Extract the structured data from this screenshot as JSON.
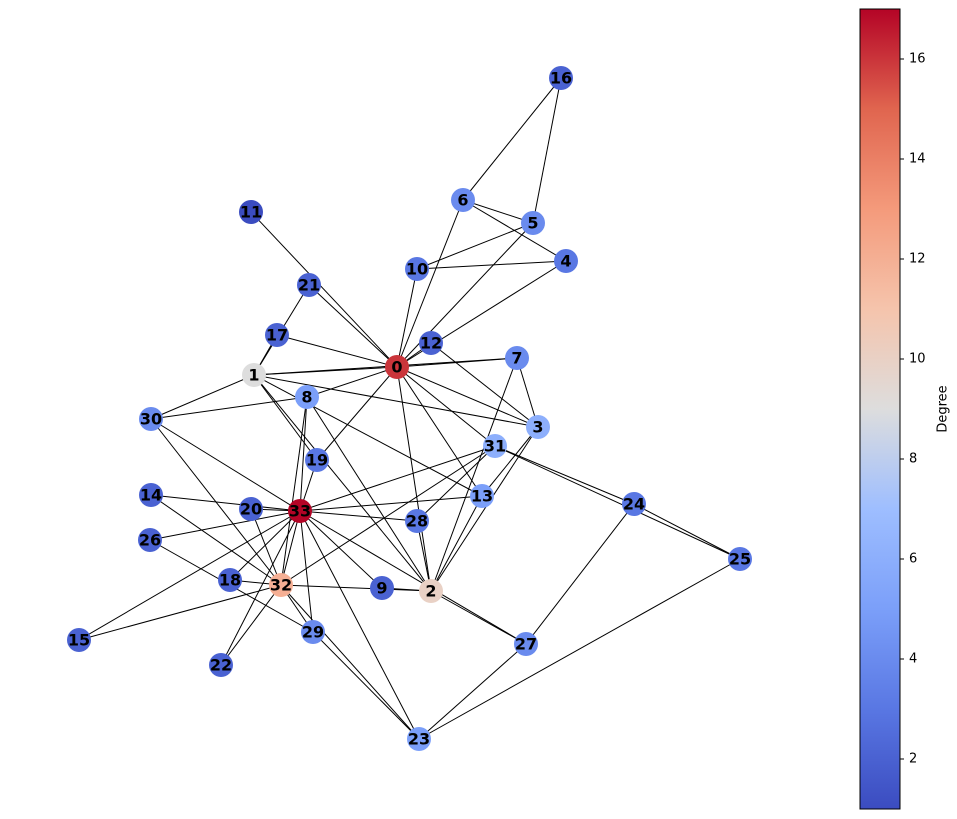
{
  "graph": {
    "nodes": [
      {
        "id": "0",
        "degree": 16
      },
      {
        "id": "1",
        "degree": 9
      },
      {
        "id": "2",
        "degree": 10
      },
      {
        "id": "3",
        "degree": 6
      },
      {
        "id": "4",
        "degree": 3
      },
      {
        "id": "5",
        "degree": 4
      },
      {
        "id": "6",
        "degree": 4
      },
      {
        "id": "7",
        "degree": 4
      },
      {
        "id": "8",
        "degree": 5
      },
      {
        "id": "9",
        "degree": 2
      },
      {
        "id": "10",
        "degree": 3
      },
      {
        "id": "11",
        "degree": 1
      },
      {
        "id": "12",
        "degree": 2
      },
      {
        "id": "13",
        "degree": 5
      },
      {
        "id": "14",
        "degree": 2
      },
      {
        "id": "15",
        "degree": 2
      },
      {
        "id": "16",
        "degree": 2
      },
      {
        "id": "17",
        "degree": 2
      },
      {
        "id": "18",
        "degree": 2
      },
      {
        "id": "19",
        "degree": 3
      },
      {
        "id": "20",
        "degree": 2
      },
      {
        "id": "21",
        "degree": 2
      },
      {
        "id": "22",
        "degree": 2
      },
      {
        "id": "23",
        "degree": 5
      },
      {
        "id": "24",
        "degree": 3
      },
      {
        "id": "25",
        "degree": 3
      },
      {
        "id": "26",
        "degree": 2
      },
      {
        "id": "27",
        "degree": 4
      },
      {
        "id": "28",
        "degree": 3
      },
      {
        "id": "29",
        "degree": 4
      },
      {
        "id": "30",
        "degree": 4
      },
      {
        "id": "31",
        "degree": 6
      },
      {
        "id": "32",
        "degree": 12
      },
      {
        "id": "33",
        "degree": 17
      }
    ],
    "edges": [
      [
        "0",
        "1"
      ],
      [
        "0",
        "2"
      ],
      [
        "0",
        "3"
      ],
      [
        "0",
        "4"
      ],
      [
        "0",
        "5"
      ],
      [
        "0",
        "6"
      ],
      [
        "0",
        "7"
      ],
      [
        "0",
        "8"
      ],
      [
        "0",
        "10"
      ],
      [
        "0",
        "11"
      ],
      [
        "0",
        "12"
      ],
      [
        "0",
        "13"
      ],
      [
        "0",
        "17"
      ],
      [
        "0",
        "19"
      ],
      [
        "0",
        "21"
      ],
      [
        "0",
        "31"
      ],
      [
        "1",
        "2"
      ],
      [
        "1",
        "3"
      ],
      [
        "1",
        "7"
      ],
      [
        "1",
        "13"
      ],
      [
        "1",
        "17"
      ],
      [
        "1",
        "19"
      ],
      [
        "1",
        "21"
      ],
      [
        "1",
        "30"
      ],
      [
        "2",
        "3"
      ],
      [
        "2",
        "7"
      ],
      [
        "2",
        "8"
      ],
      [
        "2",
        "9"
      ],
      [
        "2",
        "13"
      ],
      [
        "2",
        "27"
      ],
      [
        "2",
        "28"
      ],
      [
        "2",
        "32"
      ],
      [
        "3",
        "7"
      ],
      [
        "3",
        "12"
      ],
      [
        "3",
        "13"
      ],
      [
        "4",
        "6"
      ],
      [
        "4",
        "10"
      ],
      [
        "5",
        "6"
      ],
      [
        "5",
        "10"
      ],
      [
        "5",
        "16"
      ],
      [
        "6",
        "16"
      ],
      [
        "8",
        "30"
      ],
      [
        "8",
        "32"
      ],
      [
        "8",
        "33"
      ],
      [
        "9",
        "33"
      ],
      [
        "13",
        "33"
      ],
      [
        "14",
        "32"
      ],
      [
        "14",
        "33"
      ],
      [
        "15",
        "32"
      ],
      [
        "15",
        "33"
      ],
      [
        "18",
        "32"
      ],
      [
        "18",
        "33"
      ],
      [
        "19",
        "33"
      ],
      [
        "20",
        "32"
      ],
      [
        "20",
        "33"
      ],
      [
        "22",
        "32"
      ],
      [
        "22",
        "33"
      ],
      [
        "23",
        "25"
      ],
      [
        "23",
        "27"
      ],
      [
        "23",
        "29"
      ],
      [
        "23",
        "32"
      ],
      [
        "23",
        "33"
      ],
      [
        "24",
        "25"
      ],
      [
        "24",
        "27"
      ],
      [
        "24",
        "31"
      ],
      [
        "25",
        "31"
      ],
      [
        "26",
        "29"
      ],
      [
        "26",
        "33"
      ],
      [
        "27",
        "33"
      ],
      [
        "28",
        "31"
      ],
      [
        "28",
        "33"
      ],
      [
        "29",
        "32"
      ],
      [
        "29",
        "33"
      ],
      [
        "30",
        "32"
      ],
      [
        "30",
        "33"
      ],
      [
        "31",
        "32"
      ],
      [
        "31",
        "33"
      ],
      [
        "32",
        "33"
      ]
    ]
  },
  "colorbar": {
    "label": "Degree",
    "range": [
      1,
      17
    ],
    "ticks": [
      "2",
      "4",
      "6",
      "8",
      "10",
      "12",
      "14",
      "16"
    ],
    "colormap": "coolwarm",
    "colors": {
      "low": "#3b4cc0",
      "mid": "#dddddd",
      "high": "#b40426"
    }
  },
  "edge_color": "#000000"
}
